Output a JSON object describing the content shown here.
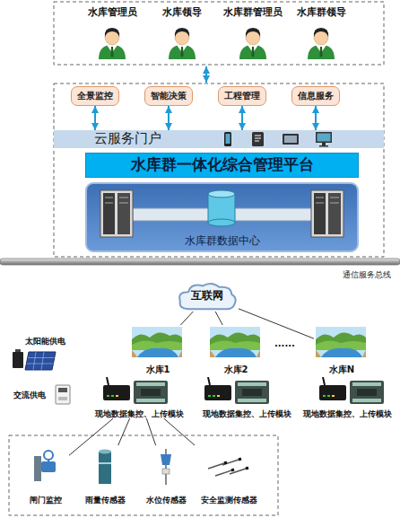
{
  "diagram": {
    "nodes": [
      {
        "text": [
          "水库管理员"
        ]
      },
      {
        "text": [
          "水库领导"
        ]
      },
      {
        "text": [
          "水库群管理员"
        ]
      },
      {
        "text": [
          "水库群领导"
        ]
      },
      {
        "text": [
          "全景监控"
        ]
      },
      {
        "text": [
          "智能决策"
        ]
      },
      {
        "text": [
          "工程管理"
        ]
      },
      {
        "text": [
          "信息服务"
        ]
      },
      {
        "text": [
          "云服务门户"
        ]
      },
      {
        "text": [
          "水库群一体化综合管理平台"
        ]
      },
      {
        "text": [
          "水库群数据中心"
        ]
      },
      {
        "text": [
          "通信服务总线"
        ]
      },
      {
        "text": [
          "互联网"
        ]
      },
      {
        "text": [
          "水库1"
        ]
      },
      {
        "text": [
          "水库2"
        ]
      },
      {
        "text": [
          "水库N"
        ]
      },
      {
        "text": [
          "现地数据集控、上传模块"
        ]
      },
      {
        "text": [
          "现地数据集控、上传模块"
        ]
      },
      {
        "text": [
          "现地数据集控、上传模块"
        ]
      },
      {
        "text": [
          "闸门监控"
        ]
      },
      {
        "text": [
          "雨量传感器"
        ]
      },
      {
        "text": [
          "水位传感器"
        ]
      },
      {
        "text": [
          "安全监测传感器"
        ]
      }
    ],
    "edges": [
      {
        "from": 4,
        "to": 8,
        "arrow": "both"
      },
      {
        "from": 5,
        "to": 8,
        "arrow": "both"
      },
      {
        "from": 6,
        "to": 8,
        "arrow": "both"
      },
      {
        "from": 7,
        "to": 8,
        "arrow": "both"
      },
      {
        "from": 12,
        "to": 13,
        "arrow": "none"
      },
      {
        "from": 12,
        "to": 14,
        "arrow": "none"
      },
      {
        "from": 12,
        "to": 15,
        "arrow": "none"
      },
      {
        "from": 16,
        "to": 19,
        "arrow": "none"
      },
      {
        "from": 16,
        "to": 20,
        "arrow": "none"
      },
      {
        "from": 16,
        "to": 21,
        "arrow": "none"
      },
      {
        "from": 16,
        "to": 22,
        "arrow": "none"
      }
    ],
    "labels": [
      "太阳能供电",
      "交流供电",
      "......"
    ]
  }
}
